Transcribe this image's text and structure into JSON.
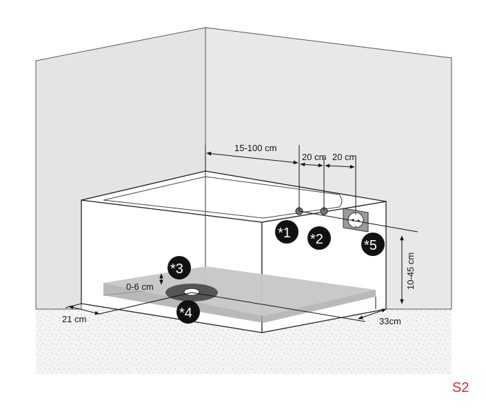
{
  "dimensions": {
    "wall_offset": "15-100 cm",
    "spacing_a": "20 cm",
    "spacing_b": "20 cm",
    "height": "10-45 cm",
    "depth_right": "33cm",
    "drain_offset": "21 cm",
    "drain_depth": "0-6 cm"
  },
  "markers": [
    "*1",
    "*2",
    "*3",
    "*4",
    "*5"
  ],
  "code": "S2",
  "colors": {
    "wall": "#e6e6e6",
    "floor_stipple": "#f2f2f2",
    "drain_zone": "#c8c8c8",
    "code": "#d42a2a",
    "marker": "#111111"
  },
  "icons": [
    "power-socket-icon",
    "water-connection-icon",
    "drain-icon"
  ]
}
